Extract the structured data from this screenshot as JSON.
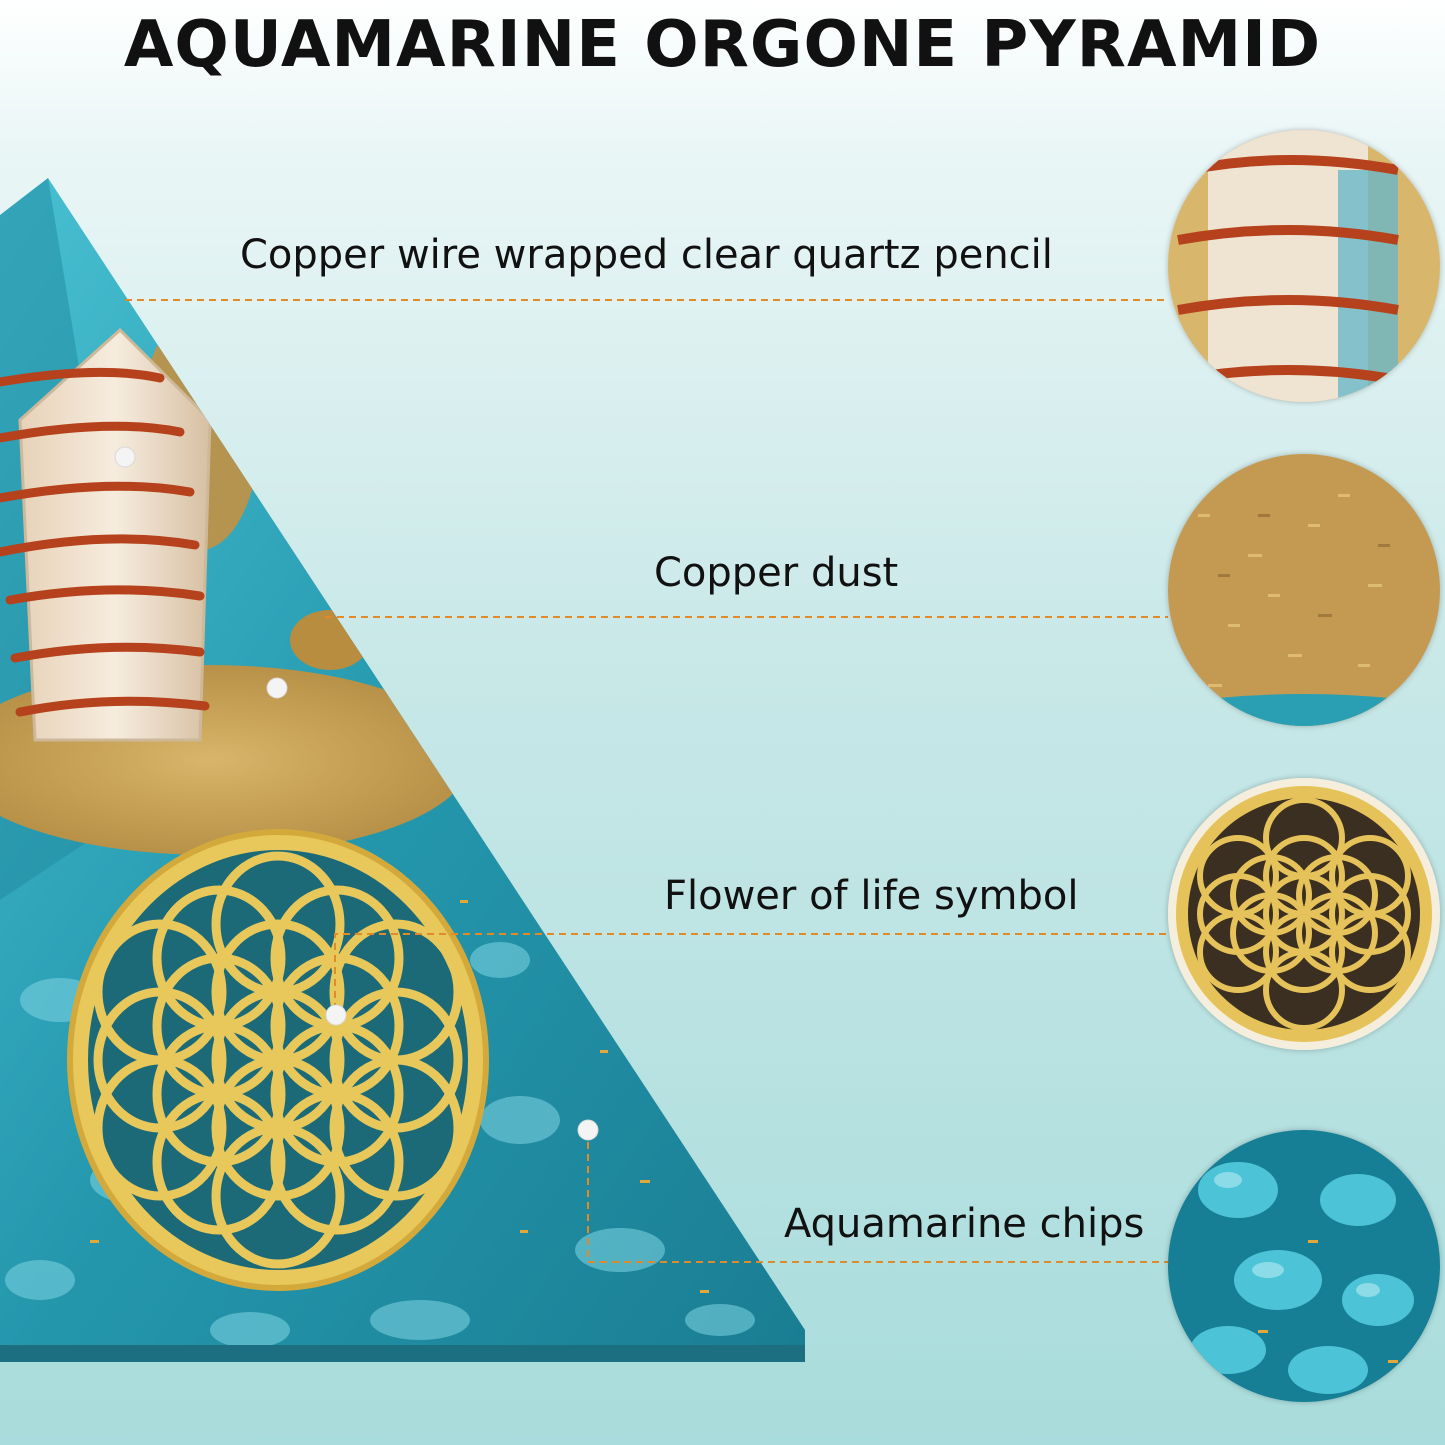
{
  "title": "AQUAMARINE ORGONE PYRAMID",
  "callouts": [
    {
      "label": "Copper wire wrapped clear quartz pencil",
      "icon": "quartz-pencil-closeup"
    },
    {
      "label": "Copper dust",
      "icon": "copper-dust-closeup"
    },
    {
      "label": "Flower of life symbol",
      "icon": "flower-of-life-closeup"
    },
    {
      "label": "Aquamarine chips",
      "icon": "aquamarine-chips-closeup"
    }
  ],
  "colors": {
    "leader_line": "#e08a2a",
    "aquamarine": "#2a9fb3",
    "copper": "#b5421c",
    "gold": "#e6c25a"
  }
}
